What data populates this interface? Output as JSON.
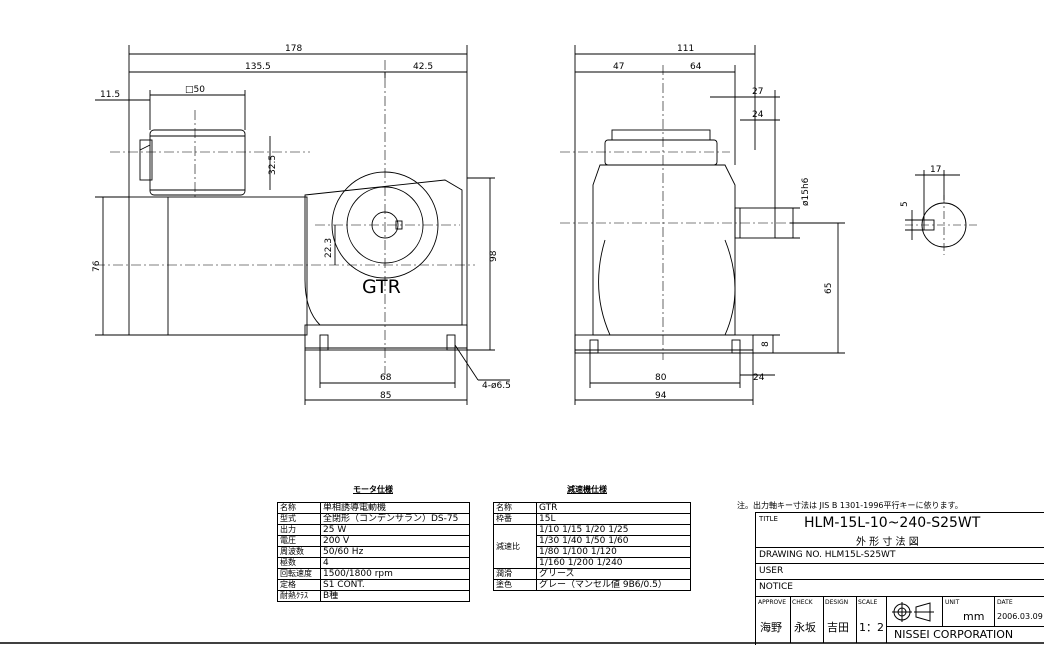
{
  "dimensions": {
    "overall_length": "178",
    "motor_part": "135.5",
    "gear_half": "42.5",
    "motor_offset": "11.5",
    "flange_square": "□50",
    "terminal_height": "32.5",
    "motor_height": "76",
    "shaft_center_offset": "22.3",
    "total_height": "98",
    "bolt_spacing_front": "68",
    "base_length": "85",
    "bolt_holes": "4-ø6.5",
    "side_width": "111",
    "side_left": "47",
    "side_right": "64",
    "shaft_extension": "27",
    "shaft_length": "24",
    "shaft_diameter": "ø15h6",
    "shaft_height": "65",
    "base_thickness": "8",
    "bolt_spacing_side": "80",
    "base_edge": "24",
    "base_width": "94",
    "key_width": "5",
    "key_height": "17"
  },
  "body_mark": "GTR",
  "motor_spec": {
    "title": "モータ仕様",
    "rows": [
      {
        "k": "名称",
        "v": "単相誘導電動機"
      },
      {
        "k": "型式",
        "v": "全閉形（コンデンサラン）DS-75"
      },
      {
        "k": "出力",
        "v": "25 W"
      },
      {
        "k": "電圧",
        "v": "200 V"
      },
      {
        "k": "周波数",
        "v": "50/60 Hz"
      },
      {
        "k": "極数",
        "v": "4"
      },
      {
        "k": "回転速度",
        "v": "1500/1800 rpm"
      },
      {
        "k": "定格",
        "v": "S1 CONT."
      },
      {
        "k": "耐熱ｸﾗｽ",
        "v": "B種"
      }
    ]
  },
  "reducer_spec": {
    "title": "減速機仕様",
    "name_label": "名称",
    "name": "GTR",
    "frame_label": "枠番",
    "frame": "15L",
    "ratio_label": "減速比",
    "ratios": [
      "1/10 1/15 1/20 1/25",
      "1/30 1/40 1/50 1/60",
      "1/80 1/100 1/120",
      "1/160 1/200 1/240"
    ],
    "lube_label": "潤滑",
    "lube": "グリース",
    "paint_label": "塗色",
    "paint": "グレー（マンセル値 9B6/0.5）"
  },
  "note": "注。出力軸キー寸法は JIS B 1301-1996平行キーに依ります。",
  "title_block": {
    "title_label": "TITLE",
    "title": "HLM-15L-10~240-S25WT",
    "subtitle": "外 形 寸 法 図",
    "drawing_no": "DRAWING NO. HLM15L-S25WT",
    "user": "USER",
    "notice": "NOTICE",
    "approve_label": "APPROVE",
    "approve": "海野",
    "check_label": "CHECK",
    "check": "永坂",
    "design_label": "DESIGN",
    "design": "吉田",
    "scale_label": "SCALE",
    "scale": "1：2",
    "unit_label": "UNIT",
    "unit": "mm",
    "date_label": "DATE",
    "date": "2006.03.09",
    "company": "NISSEI CORPORATION"
  }
}
